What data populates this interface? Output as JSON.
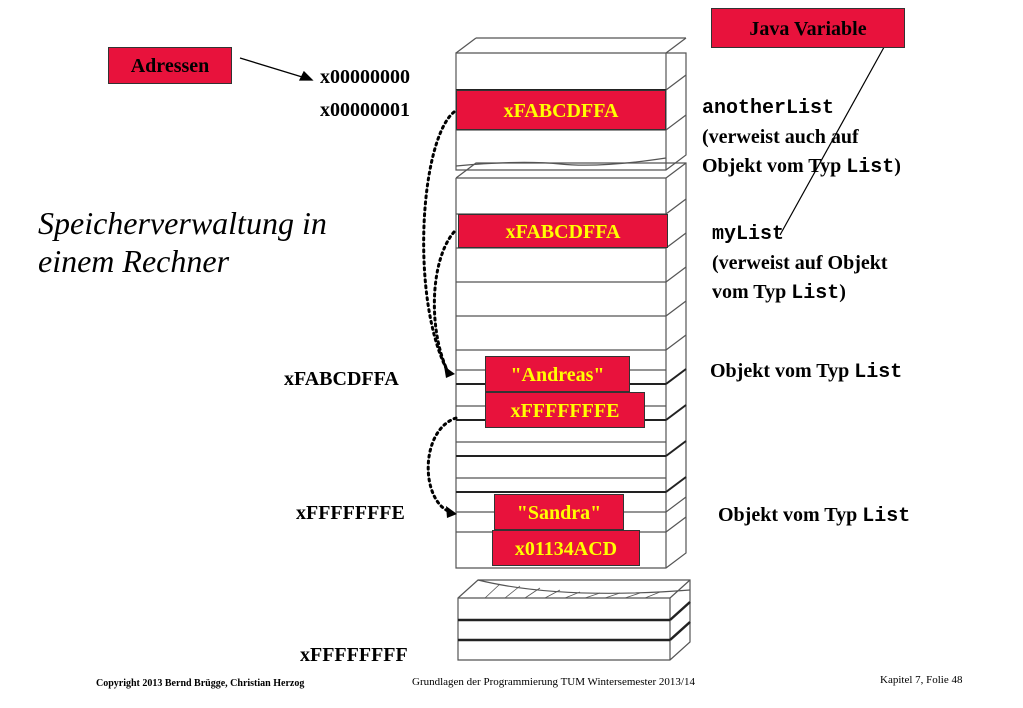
{
  "title": {
    "line1": "Speicherverwaltung in",
    "line2": "einem Rechner"
  },
  "labels": {
    "adressen": "Adressen",
    "java_variable": "Java Variable"
  },
  "addresses": {
    "a0": "x00000000",
    "a1": "x00000001",
    "list1": "xFABCDFFA",
    "list2": "xFFFFFFFE",
    "last": "xFFFFFFFF"
  },
  "cells": {
    "ref1": "xFABCDFFA",
    "ref2": "xFABCDFFA",
    "obj1_name": "\"Andreas\"",
    "obj1_next": "xFFFFFFFE",
    "obj2_name": "\"Sandra\"",
    "obj2_next": "x01134ACD"
  },
  "annotations": {
    "another_var": "anotherList",
    "another_desc1": "(verweist auch auf",
    "another_desc2a": "Objekt vom Typ ",
    "another_desc2b": "List",
    "another_desc2c": ")",
    "my_var": "myList",
    "my_desc1": "(verweist auf Objekt",
    "my_desc2a": "vom Typ ",
    "my_desc2b": "List",
    "my_desc2c": ")",
    "obj_label1a": "Objekt vom Typ ",
    "obj_label1b": "List",
    "obj_label2a": "Objekt vom Typ ",
    "obj_label2b": "List"
  },
  "footer": {
    "copyright": "Copyright  2013 Bernd Brügge, Christian Herzog",
    "course": "Grundlagen der Programmierung  TUM Wintersemester 2013/14",
    "slide": "Kapitel 7, Folie 48"
  },
  "colors": {
    "cell_red": "#e8123c",
    "cell_text": "#ffff00",
    "label_text": "#000000"
  }
}
